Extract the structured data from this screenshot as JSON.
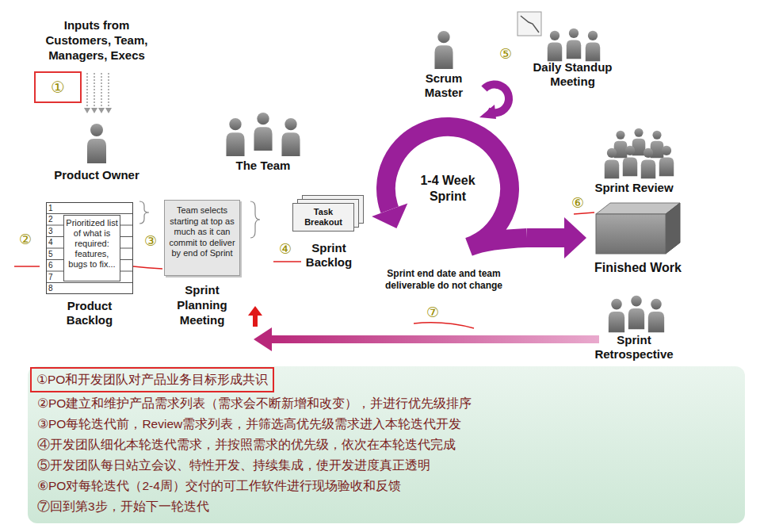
{
  "diagram": {
    "nodes": [
      {
        "text": [
          "①"
        ]
      },
      {
        "text": [
          "Product Backlog"
        ]
      },
      {
        "text": [
          "Prioritized list of what is required: features, bugs to fix..."
        ],
        "in": 1
      },
      {
        "text": [
          "Team selects starting at top as much as it can commit to deliver by end of Sprint",
          "Sprint Planning Meeting"
        ]
      },
      {
        "text": [
          "Task Breakout",
          "Sprint Backlog"
        ]
      },
      {
        "text": [
          "1-4 Week Sprint"
        ]
      },
      {
        "text": [
          "Finished Work"
        ]
      },
      {
        "text": [
          "②PO建立和维护产品需求列表（需求会不断新增和改变），并进行优先级排序",
          "③PO每轮迭代前，Review需求列表，并筛选高优先级需求进入本轮迭代开发",
          "④开发团队细化本轮迭代需求，并按照需求的优先级，依次在本轮迭代完成",
          "⑤开发团队每日站立会议、特性开发、持续集成，使开发进度真正透明",
          "⑥PO对每轮迭代（2-4周）交付的可工作软件进行现场验收和反馈",
          "⑦回到第3步，开始下一轮迭代"
        ]
      },
      {
        "text": [
          "①PO和开发团队对产品业务目标形成共识"
        ],
        "in": 7
      }
    ],
    "edges": [
      {
        "from": 5,
        "to": 6,
        "arrow": "to"
      }
    ],
    "labels": [
      "Inputs from Customers, Team, Managers, Execs",
      "Product Owner",
      "1",
      "2",
      "3",
      "4",
      "5",
      "6",
      "7",
      "8",
      "②",
      "③",
      "The Team",
      "④",
      "Scrum Master",
      "⑤",
      "Daily Standup Meeting",
      "Sprint Review",
      "⑥",
      "Sprint end date and team deliverable do not change",
      "Sprint Retrospective",
      "⑦"
    ]
  }
}
